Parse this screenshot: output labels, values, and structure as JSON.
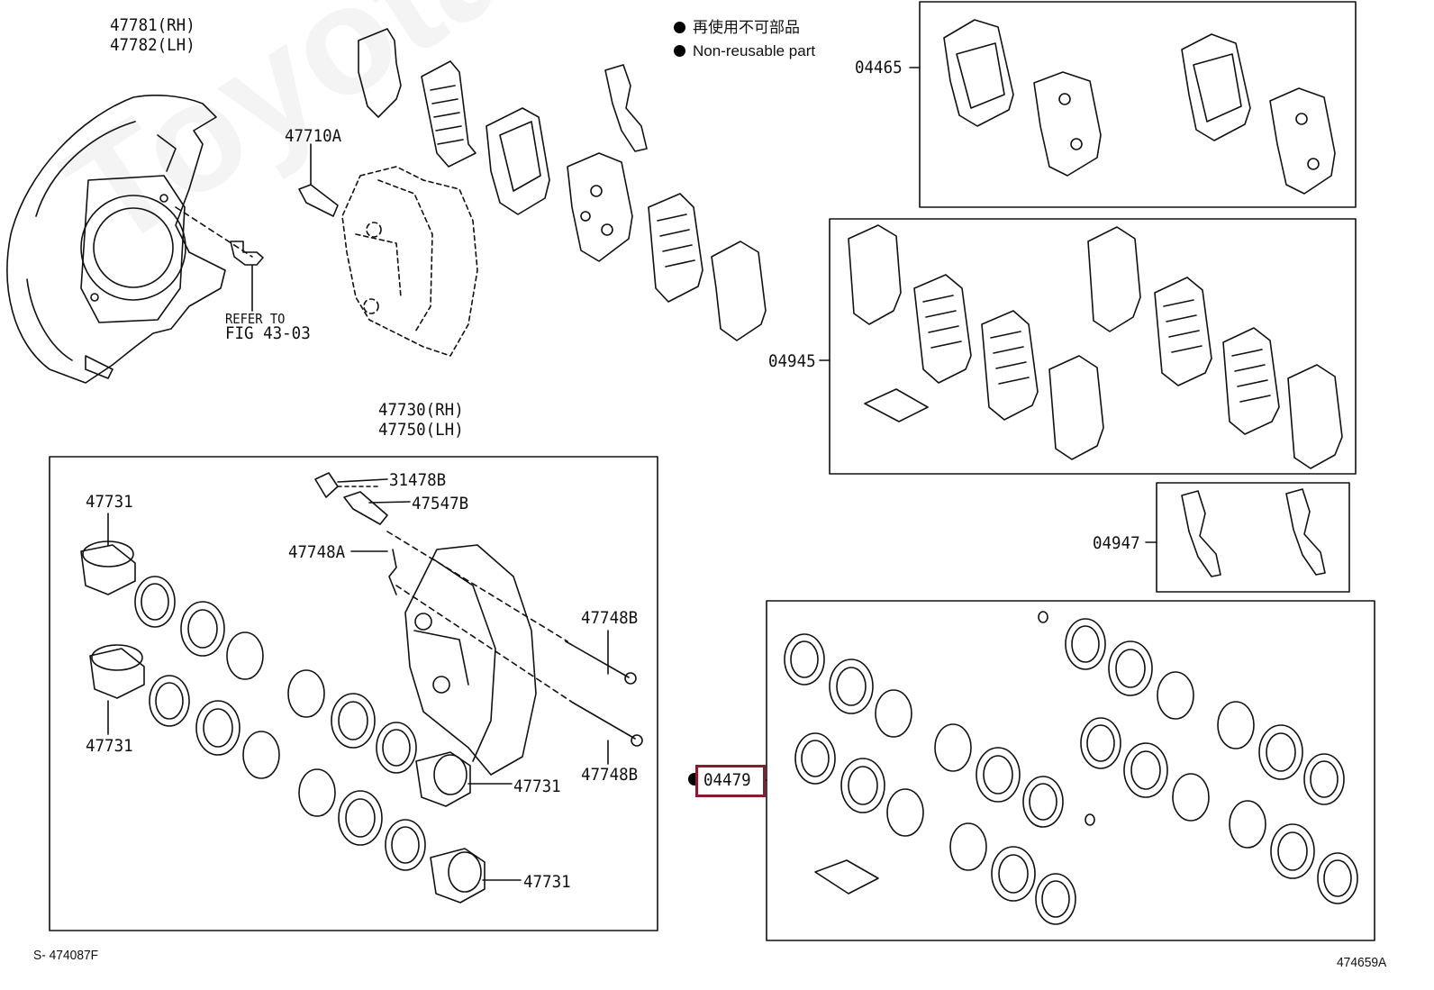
{
  "legend": {
    "ja": "再使用不可部品",
    "en": "Non-reusable part"
  },
  "watermark": "ToyotaCarMine.ru",
  "parts": {
    "shield_rh": "47781(RH)",
    "shield_lh": "47782(LH)",
    "bolt": "47710A",
    "refer_1": "REFER TO",
    "refer_2": "FIG 43-03",
    "caliper_rh": "47730(RH)",
    "caliper_lh": "47750(LH)",
    "piston_a": "47731",
    "piston_b": "47731",
    "piston_c": "47731",
    "piston_d": "47731",
    "cap": "31478B",
    "bleeder": "47547B",
    "pin_clip": "47748A",
    "pin_upper": "47748B",
    "pin_lower": "47748B",
    "kit_pads": "04465",
    "kit_shims": "04945",
    "kit_springs": "04947",
    "kit_seals": "04479"
  },
  "codes": {
    "left": "S-  474087F",
    "right": "474659A"
  }
}
